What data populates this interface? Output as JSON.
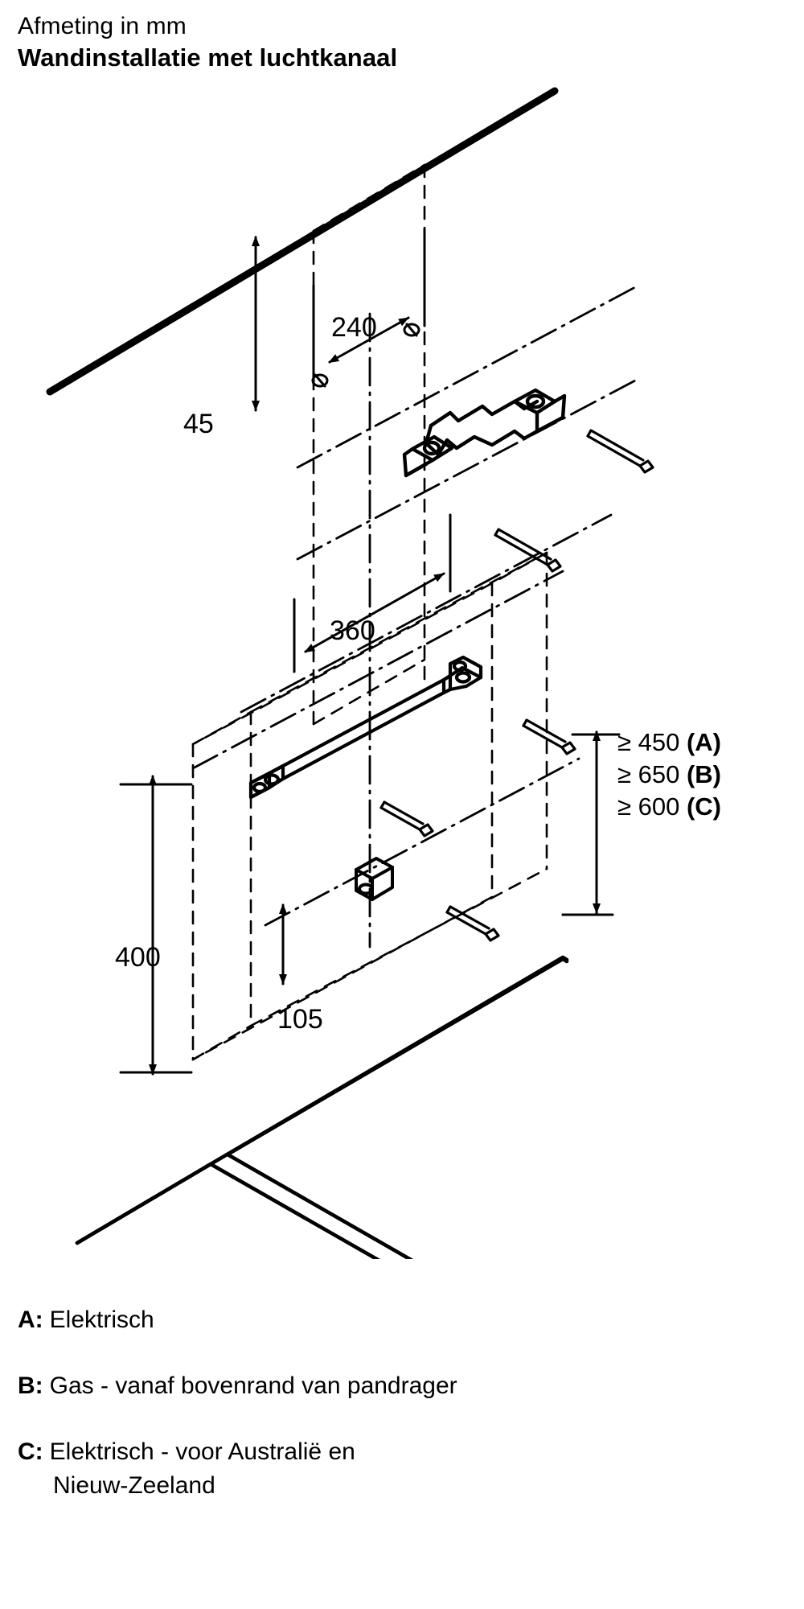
{
  "header": {
    "units_note": "Afmeting in mm",
    "title": "Wandinstallatie met luchtkanaal"
  },
  "dimensions": {
    "d45": "45",
    "d240": "240",
    "d360": "360",
    "d400": "400",
    "d105": "105"
  },
  "clearances": [
    {
      "symbol": "≥",
      "value": "450",
      "tag": "(A)"
    },
    {
      "symbol": "≥",
      "value": "650",
      "tag": "(B)"
    },
    {
      "symbol": "≥",
      "value": "600",
      "tag": "(C)"
    }
  ],
  "clearance_rows": {
    "r0": "≥ 450 ",
    "r0t": "(A)",
    "r1": "≥ 650 ",
    "r1t": "(B)",
    "r2": "≥ 600 ",
    "r2t": "(C)"
  },
  "legend": {
    "a_key": "A:",
    "a_text": "Elektrisch",
    "b_key": "B:",
    "b_text": "Gas - vanaf bovenrand van pandrager",
    "c_key": "C:",
    "c_text": "Elektrisch - voor Australië en",
    "c_text_line2": "Nieuw-Zeeland"
  },
  "colors": {
    "ink": "#000000",
    "paper": "#ffffff"
  },
  "diagram": {
    "type": "isometric-installation-drawing",
    "parts": [
      "wall-ceiling-edge",
      "duct-mounting-bracket",
      "wall-rail",
      "safety-bracket",
      "wall-plugs-and-screws",
      "hood-outline-dashed",
      "worktop-outline"
    ]
  }
}
